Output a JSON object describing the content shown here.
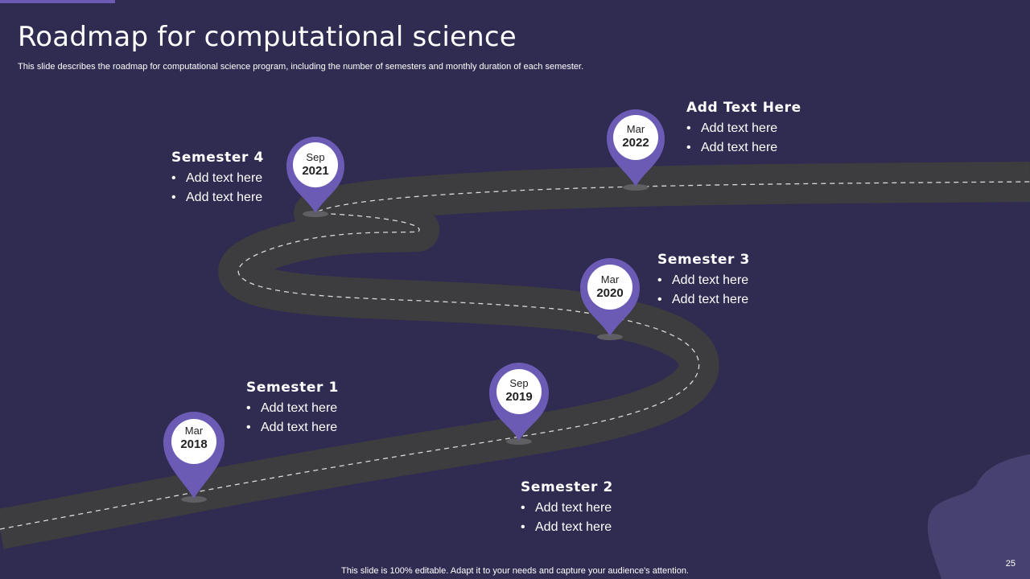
{
  "title": "Roadmap for computational science",
  "subtitle": "This slide describes the roadmap for computational science program, including the number of semesters and monthly duration of each semester.",
  "colors": {
    "background": "#302b51",
    "road": "#3d3c3f",
    "pin": "#6b5bb5",
    "blob": "#47416f"
  },
  "milestones": [
    {
      "month": "Mar",
      "year": "2018"
    },
    {
      "month": "Sep",
      "year": "2019"
    },
    {
      "month": "Mar",
      "year": "2020"
    },
    {
      "month": "Sep",
      "year": "2021"
    },
    {
      "month": "Mar",
      "year": "2022"
    }
  ],
  "blocks": [
    {
      "heading": "Semester 1",
      "bullets": [
        "Add text here",
        "Add text here"
      ]
    },
    {
      "heading": "Semester 2",
      "bullets": [
        "Add text here",
        "Add text here"
      ]
    },
    {
      "heading": "Semester 3",
      "bullets": [
        "Add text here",
        "Add text here"
      ]
    },
    {
      "heading": "Semester 4",
      "bullets": [
        "Add text here",
        "Add text here"
      ]
    },
    {
      "heading": "Add Text Here",
      "bullets": [
        "Add text here",
        "Add text here"
      ]
    }
  ],
  "bullet_char": "•",
  "footer": "This slide is 100% editable. Adapt it to your needs and capture your audience's attention.",
  "page_number": "25"
}
